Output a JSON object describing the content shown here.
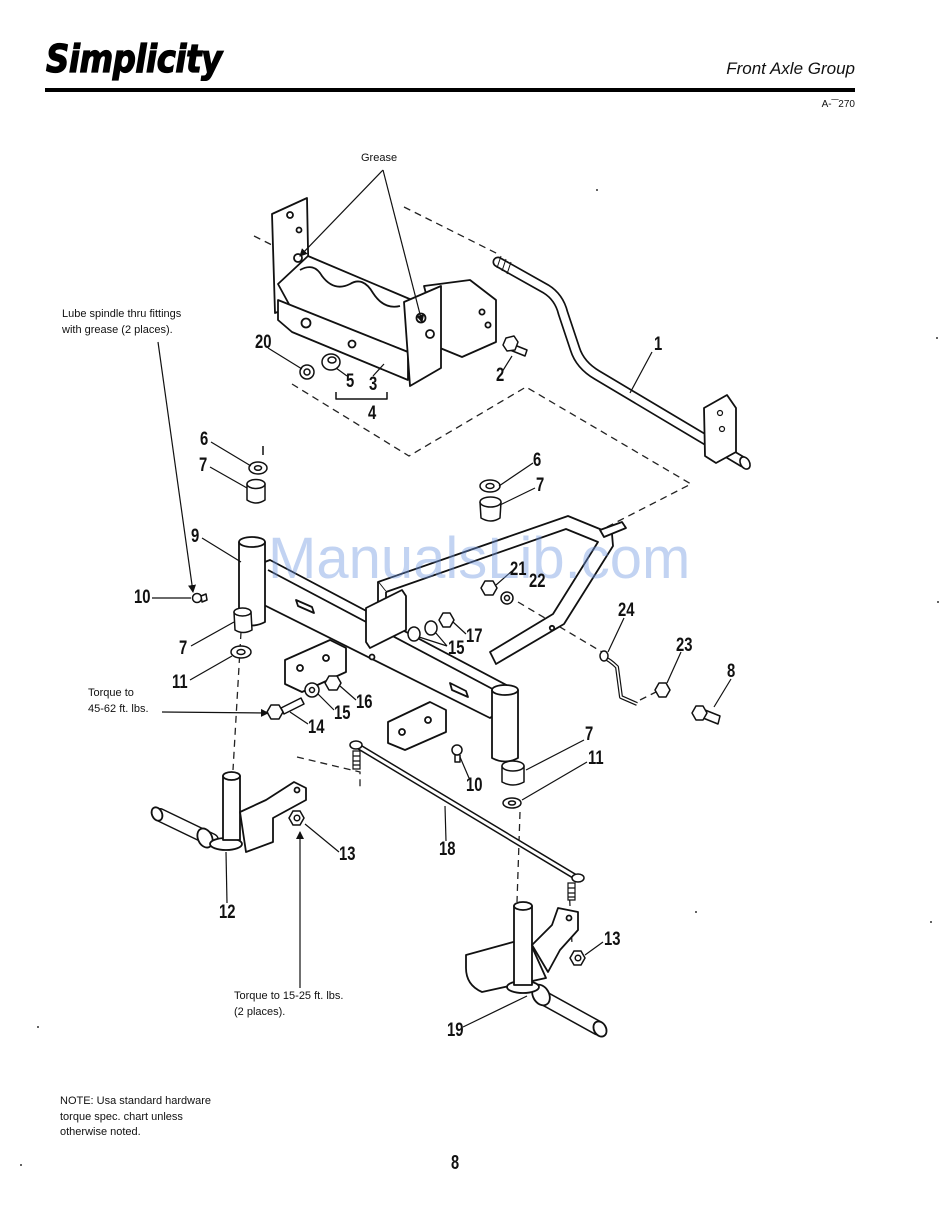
{
  "header": {
    "logo": "Simplicity",
    "title": "Front Axle Group",
    "code": "A-‾‾270"
  },
  "notes": {
    "grease": "Grease",
    "lube": [
      "Lube spindle thru fittings",
      "with grease (2 places)."
    ],
    "torque_upper": [
      "Torque to",
      "45-62 ft. lbs."
    ],
    "torque_lower": [
      "Torque to 15-25 ft. lbs.",
      "(2 places)."
    ],
    "note": [
      "NOTE: Usa standard hardware",
      "torque spec. chart unless",
      "otherwise noted."
    ]
  },
  "callouts": [
    "1",
    "2",
    "3",
    "5",
    "20",
    "4",
    "6",
    "7",
    "6",
    "7",
    "9",
    "10",
    "21",
    "22",
    "7",
    "11",
    "17",
    "15",
    "24",
    "23",
    "8",
    "16",
    "15",
    "14",
    "7",
    "10",
    "11",
    "18",
    "13",
    "12",
    "13",
    "19"
  ],
  "watermark": "ManualsLib.com",
  "footer": {
    "page_number": "8"
  }
}
